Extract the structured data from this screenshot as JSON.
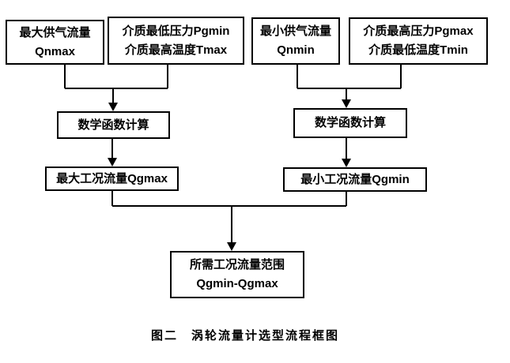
{
  "diagram": {
    "title": "涡轮流量计选型流程框图",
    "caption": "图二　涡轮流量计选型流程框图",
    "nodes": {
      "qnmax": {
        "line1": "最大供气流量",
        "line2": "Qnmax"
      },
      "pgmin_tmax": {
        "line1": "介质最低压力Pgmin",
        "line2": "介质最高温度Tmax"
      },
      "qnmin": {
        "line1": "最小供气流量",
        "line2": "Qnmin"
      },
      "pgmax_tmin": {
        "line1": "介质最高压力Pgmax",
        "line2": "介质最低温度Tmin"
      },
      "math_left": {
        "label": "数学函数计算"
      },
      "math_right": {
        "label": "数学函数计算"
      },
      "qgmax": {
        "label": "最大工况流量Qgmax"
      },
      "qgmin": {
        "label": "最小工况流量Qgmin"
      },
      "result": {
        "line1": "所需工况流量范围",
        "line2": "Qgmin-Qgmax"
      }
    },
    "colors": {
      "background": "#ffffff",
      "line": "#000000",
      "text": "#000000"
    }
  }
}
